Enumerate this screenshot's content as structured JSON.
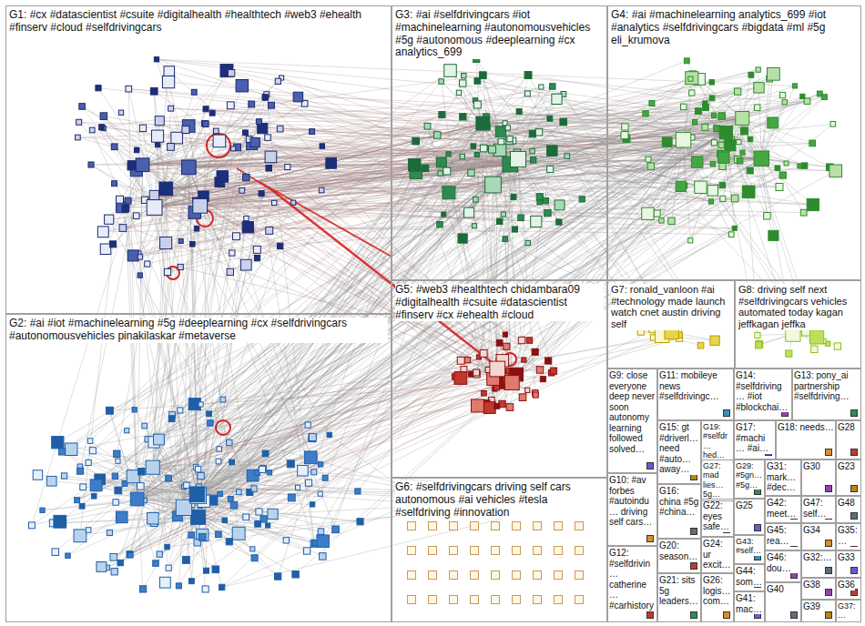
{
  "diagram": {
    "nodes": [
      {
        "text": [
          "G1: #cx #datascientist #csuite #digitalhealth #healthtech #web3 #ehealth #finserv #cloud #selfdrivingcars"
        ]
      },
      {
        "text": [
          "G2: #ai #iot #machinelearning #5g #deeplearning #cx #selfdrivingcars #autonomousvehicles pinakilaskar #metaverse"
        ]
      },
      {
        "text": [
          "G3: #ai #selfdrivingcars #iot #machinelearning #autonomousvehicles #5g #autonomous #deeplearning #cx analytics_699"
        ]
      },
      {
        "text": [
          "G4: #ai #machinelearning analytics_699 #iot #analytics #selfdrivingcars #bigdata #ml #5g eli_krumova"
        ]
      },
      {
        "text": [
          "G5: #web3 #healthtech chidambara09 #digitalhealth #csuite #datascientist #finserv #cx #ehealth #cloud"
        ]
      },
      {
        "text": [
          "G6: #selfdrivingcars driving self cars autonomous #ai vehicles #tesla #selfdriving #innovation"
        ]
      },
      {
        "text": [
          "G7: ronald_vanloon #ai #technology made launch watch cnet austin driving self"
        ]
      },
      {
        "text": [
          "G8: driving self next #selfdrivingcars vehicles automated today kagan jeffkagan jeffka"
        ]
      },
      {
        "text": [
          "G9: close everyone deep never soon autonomy learning followed solved…"
        ]
      },
      {
        "text": [
          "G10: #av forbes #autoindu… driving self cars…"
        ]
      },
      {
        "text": [
          "G11: mobileye news #selfdrivingc…"
        ]
      },
      {
        "text": [
          "G12: #selfdrivin… catherine… #carhistory"
        ]
      },
      {
        "text": [
          "G13: pony_ai partnership #selfdriving…"
        ]
      },
      {
        "text": [
          "G14: #selfdriving… #iot #blockchai…"
        ]
      },
      {
        "text": [
          "G15: gt #driverl… need #auto… away…"
        ]
      },
      {
        "text": [
          "G16: china #5g #china…"
        ]
      },
      {
        "text": [
          "G17: #machi… #ai…"
        ]
      },
      {
        "text": [
          "G18: needs…"
        ]
      },
      {
        "text": [
          "G19: #selfdr… hed…"
        ]
      },
      {
        "text": [
          "G20: season…"
        ]
      },
      {
        "text": [
          "G21: sits 5g leaders…"
        ]
      },
      {
        "text": [
          "G22: eyes safe…"
        ]
      },
      {
        "text": [
          "G23"
        ]
      },
      {
        "text": [
          "G24: ur excit…"
        ]
      },
      {
        "text": [
          "G25"
        ]
      },
      {
        "text": [
          "G26: logis… com…"
        ]
      },
      {
        "text": [
          "G27: mad lies… 5g…"
        ]
      },
      {
        "text": [
          "G28"
        ]
      },
      {
        "text": [
          "G29: #5gn… #5g…"
        ]
      },
      {
        "text": [
          "G30"
        ]
      },
      {
        "text": [
          "G31: mark… #dec…"
        ]
      },
      {
        "text": [
          "G32:…"
        ]
      },
      {
        "text": [
          "G33"
        ]
      },
      {
        "text": [
          "G34"
        ]
      },
      {
        "text": [
          "G35:…"
        ]
      },
      {
        "text": [
          "G36"
        ]
      },
      {
        "text": [
          "G37:…"
        ]
      },
      {
        "text": [
          "G38"
        ]
      },
      {
        "text": [
          "G39"
        ]
      },
      {
        "text": [
          "G40"
        ]
      },
      {
        "text": [
          "G41: mac…"
        ]
      },
      {
        "text": [
          "G42: meet…"
        ]
      },
      {
        "text": [
          "G43: #self…"
        ]
      },
      {
        "text": [
          "G44: som…"
        ]
      },
      {
        "text": [
          "G45: rea…"
        ]
      },
      {
        "text": [
          "G46: dou…"
        ]
      },
      {
        "text": [
          "G47: self…"
        ]
      },
      {
        "text": [
          "G48"
        ]
      }
    ]
  }
}
